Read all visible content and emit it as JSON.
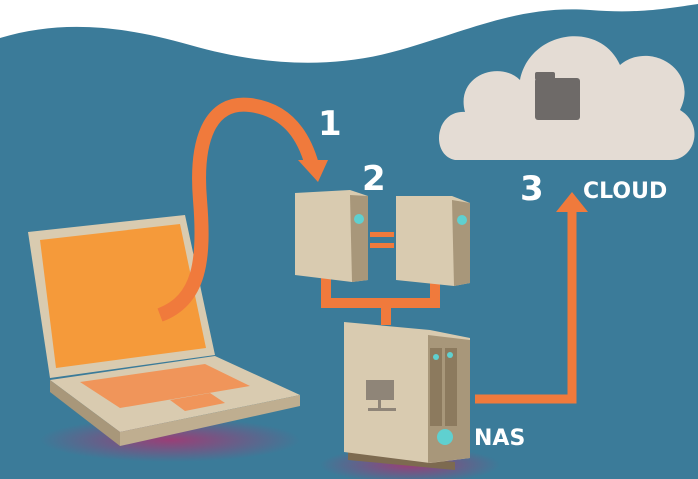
{
  "steps": {
    "one": "1",
    "two": "2",
    "three": "3"
  },
  "labels": {
    "cloud": "CLOUD",
    "nas": "NAS"
  },
  "colors": {
    "background": "#3b7b99",
    "arrow": "#f07a3c",
    "device": "#d9cbb0",
    "led": "#5fd0d0",
    "cloud": "#e4dcd4",
    "screen": "#f59a3a"
  }
}
